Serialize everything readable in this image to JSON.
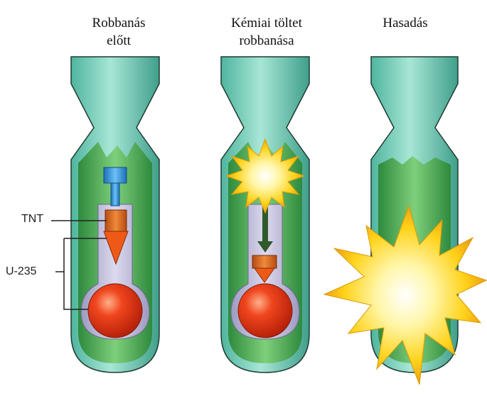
{
  "panels": [
    {
      "title": "Robbanás\nelőtt"
    },
    {
      "title": "Kémiai töltet\nrobbanása"
    },
    {
      "title": "Hasadás"
    }
  ],
  "labels": {
    "tnt": "TNT",
    "u235": "U-235"
  },
  "colors": {
    "casing_teal": "#6fcfb8",
    "casing_green": "#3a9a4a",
    "inner_tube": "#b7b3d3",
    "uranium_red": "#e23a1a",
    "tnt_orange": "#d0661e",
    "detonator_blue": "#2f8fd8",
    "blast_yellow": "#ffd21a"
  }
}
